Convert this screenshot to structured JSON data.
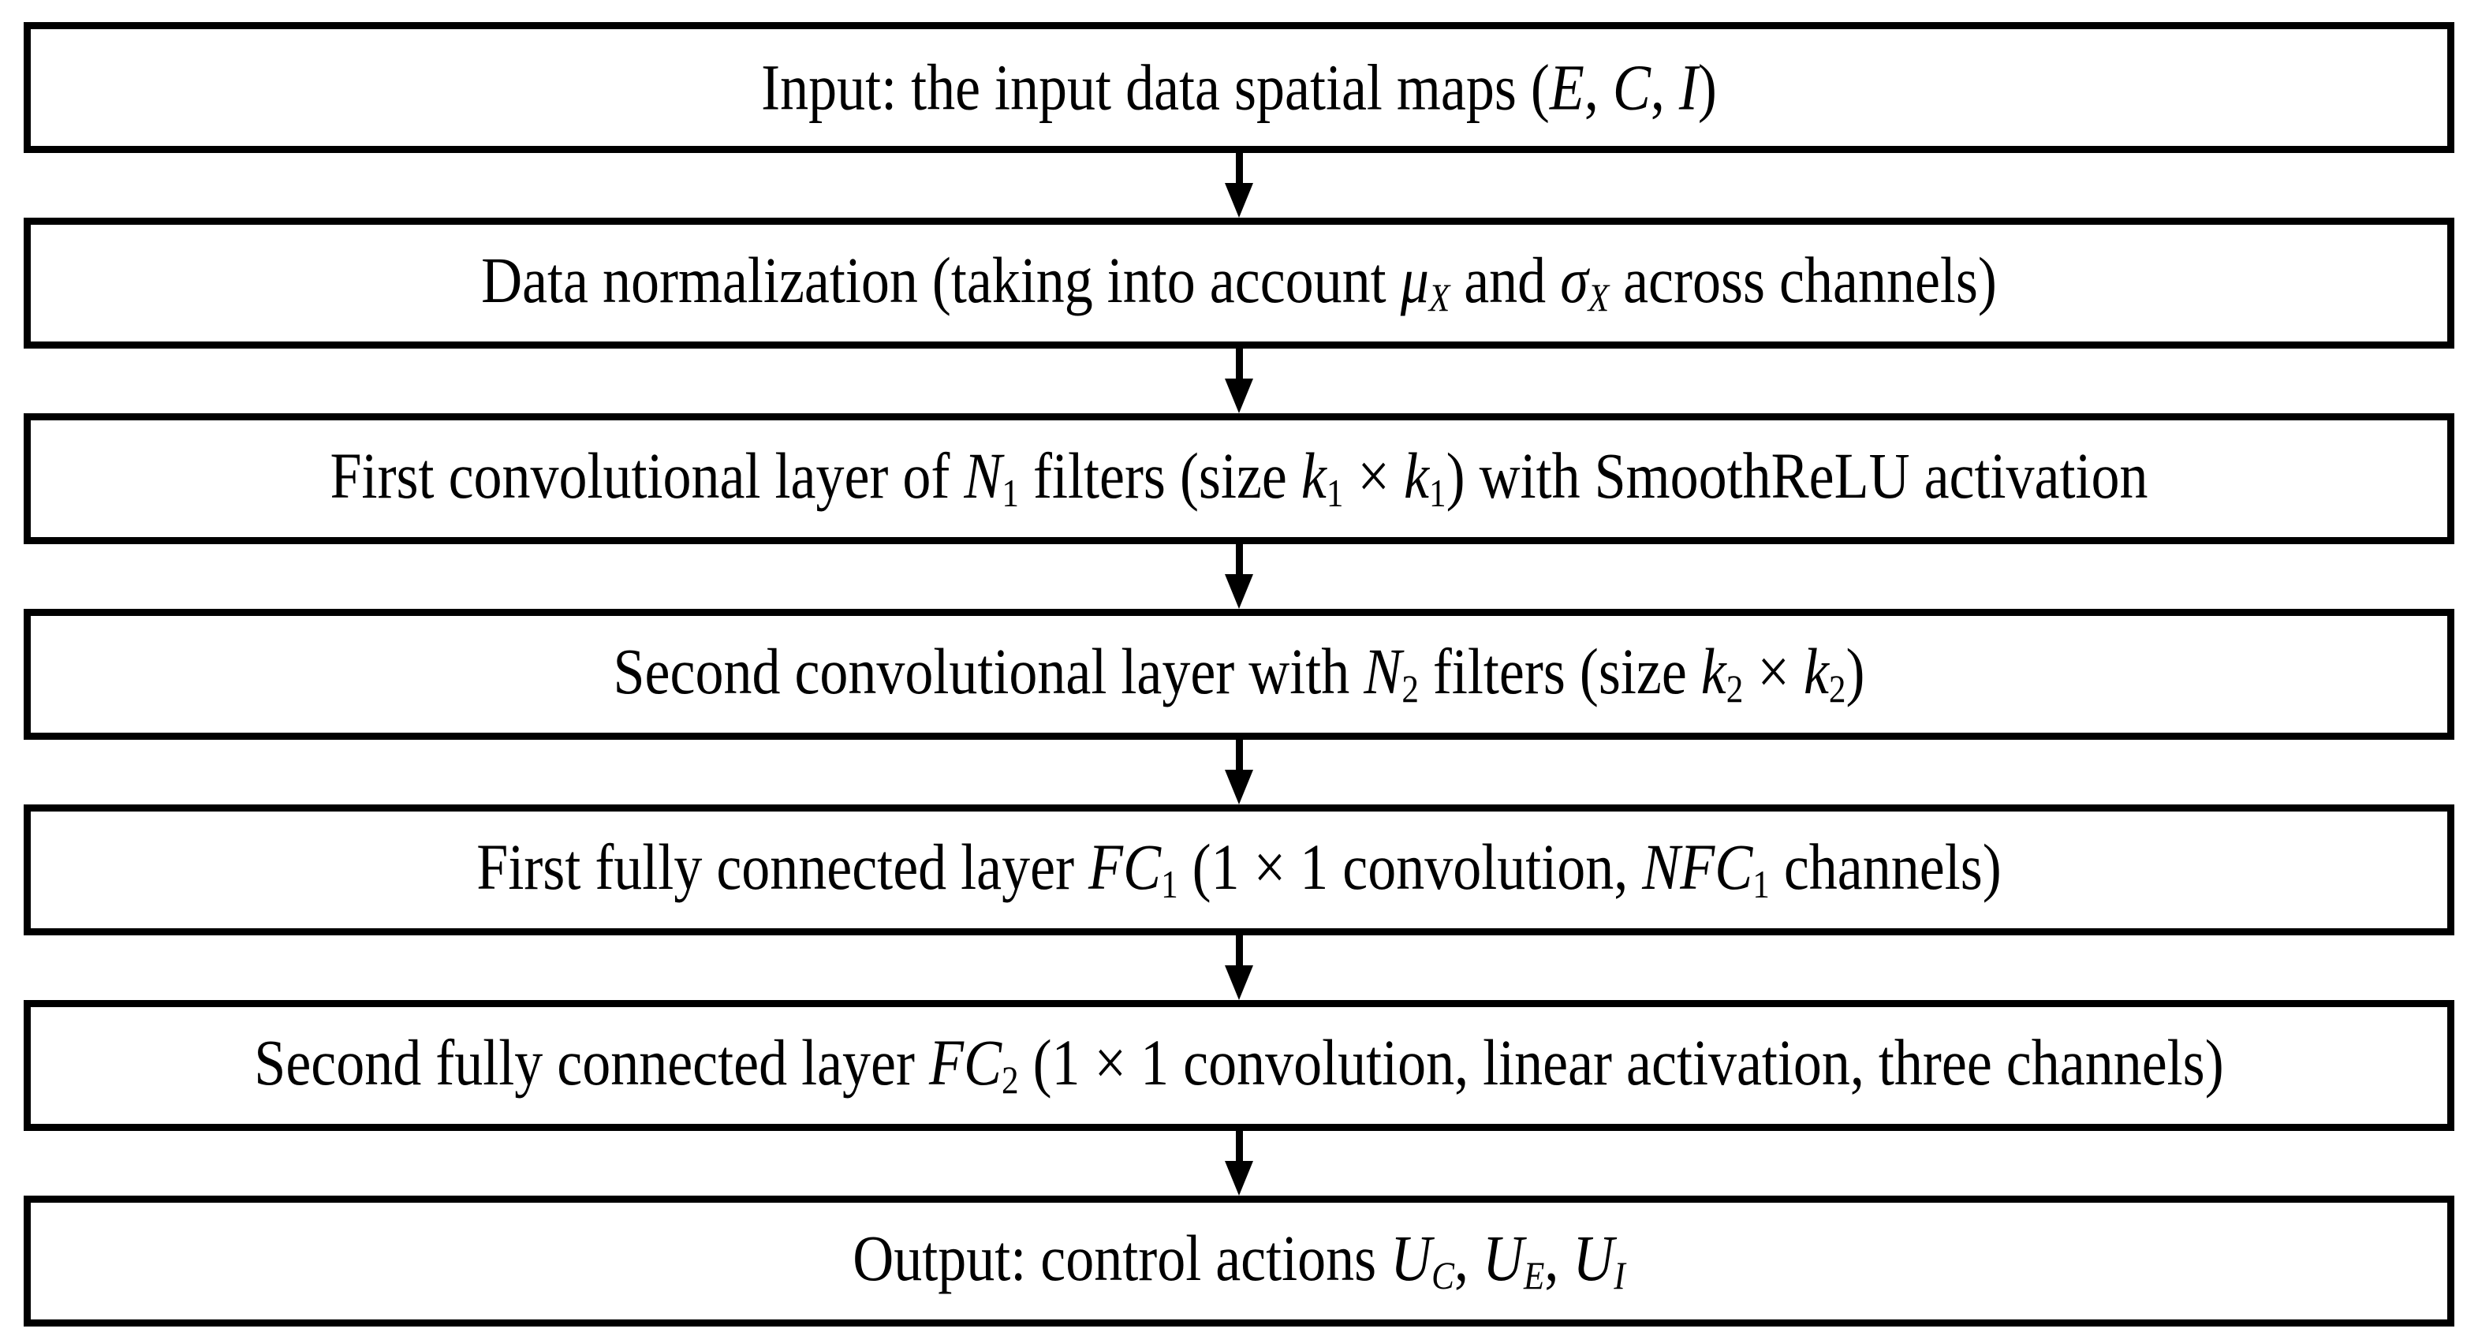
{
  "diagram": {
    "title": "CNN controller architecture flowchart",
    "colors": {
      "box_border": "#000000",
      "box_background": "#ffffff",
      "text": "#000000",
      "arrow": "#000000"
    },
    "boxes": [
      {
        "id": "input",
        "text": "Input: the input data spatial maps (E, C, I)",
        "segments": [
          {
            "t": "Input: the input data spatial maps ("
          },
          {
            "t": "E",
            "s": "i"
          },
          {
            "t": ", "
          },
          {
            "t": "C",
            "s": "i"
          },
          {
            "t": ", "
          },
          {
            "t": "I",
            "s": "i"
          },
          {
            "t": ")"
          }
        ]
      },
      {
        "id": "normalization",
        "text": "Data normalization (taking into account μX and σX across channels)",
        "segments": [
          {
            "t": "Data normalization (taking into account "
          },
          {
            "t": "μ",
            "s": "i"
          },
          {
            "t": "X",
            "s": "isub"
          },
          {
            "t": " and "
          },
          {
            "t": "σ",
            "s": "i"
          },
          {
            "t": "X",
            "s": "isub"
          },
          {
            "t": " across channels)"
          }
        ]
      },
      {
        "id": "conv1",
        "text": "First convolutional layer of N1 filters (size k1 × k1) with SmoothReLU activation",
        "segments": [
          {
            "t": "First convolutional layer of "
          },
          {
            "t": "N",
            "s": "i"
          },
          {
            "t": "1",
            "s": "sub"
          },
          {
            "t": " filters (size "
          },
          {
            "t": "k",
            "s": "i"
          },
          {
            "t": "1",
            "s": "sub"
          },
          {
            "t": " × "
          },
          {
            "t": "k",
            "s": "i"
          },
          {
            "t": "1",
            "s": "sub"
          },
          {
            "t": ") with SmoothReLU activation"
          }
        ]
      },
      {
        "id": "conv2",
        "text": "Second convolutional layer with N2 filters (size k2 × k2)",
        "segments": [
          {
            "t": "Second convolutional layer with "
          },
          {
            "t": "N",
            "s": "i"
          },
          {
            "t": "2",
            "s": "sub"
          },
          {
            "t": " filters (size "
          },
          {
            "t": "k",
            "s": "i"
          },
          {
            "t": "2",
            "s": "sub"
          },
          {
            "t": " × "
          },
          {
            "t": "k",
            "s": "i"
          },
          {
            "t": "2",
            "s": "sub"
          },
          {
            "t": ")"
          }
        ]
      },
      {
        "id": "fc1",
        "text": "First fully connected layer FC1 (1 × 1 convolution, NFC1 channels)",
        "segments": [
          {
            "t": "First fully connected layer "
          },
          {
            "t": "FC",
            "s": "i"
          },
          {
            "t": "1",
            "s": "sub"
          },
          {
            "t": " (1 × 1 convolution, "
          },
          {
            "t": "NFC",
            "s": "i"
          },
          {
            "t": "1",
            "s": "sub"
          },
          {
            "t": " channels)"
          }
        ]
      },
      {
        "id": "fc2",
        "text": "Second fully connected layer FC2 (1 × 1 convolution, linear activation, three channels)",
        "segments": [
          {
            "t": "Second fully connected layer "
          },
          {
            "t": "FC",
            "s": "i"
          },
          {
            "t": "2",
            "s": "sub"
          },
          {
            "t": " (1 × 1 convolution, linear activation, three channels)"
          }
        ]
      },
      {
        "id": "output",
        "text": "Output: control actions UC, UE, UI",
        "segments": [
          {
            "t": "Output: control actions "
          },
          {
            "t": "U",
            "s": "i"
          },
          {
            "t": "C",
            "s": "isub"
          },
          {
            "t": ", "
          },
          {
            "t": "U",
            "s": "i"
          },
          {
            "t": "E",
            "s": "isub"
          },
          {
            "t": ", "
          },
          {
            "t": "U",
            "s": "i"
          },
          {
            "t": "I",
            "s": "isub"
          }
        ]
      }
    ]
  }
}
